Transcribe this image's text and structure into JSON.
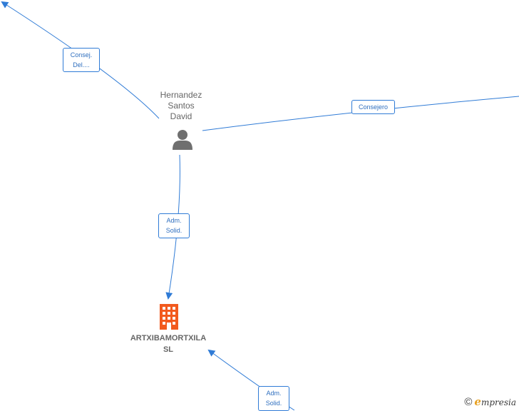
{
  "person": {
    "name_lines": [
      "Hernandez",
      "Santos",
      "David"
    ],
    "icon": "person-icon"
  },
  "company": {
    "name_lines": [
      "ARTXIBAMORTXILA",
      "SL"
    ],
    "icon": "building-icon"
  },
  "edge_labels": {
    "consej_del": "Consej.\nDel....",
    "consejero": "Consejero",
    "adm_solid_top": "Adm.\nSolid.",
    "adm_solid_bottom": "Adm.\nSolid."
  },
  "colors": {
    "edge": "#2f7bd6",
    "person": "#6f6f6f",
    "company": "#f25a1e"
  },
  "watermark": {
    "copyright": "©",
    "brand_initial": "e",
    "brand_rest": "mpresia"
  }
}
